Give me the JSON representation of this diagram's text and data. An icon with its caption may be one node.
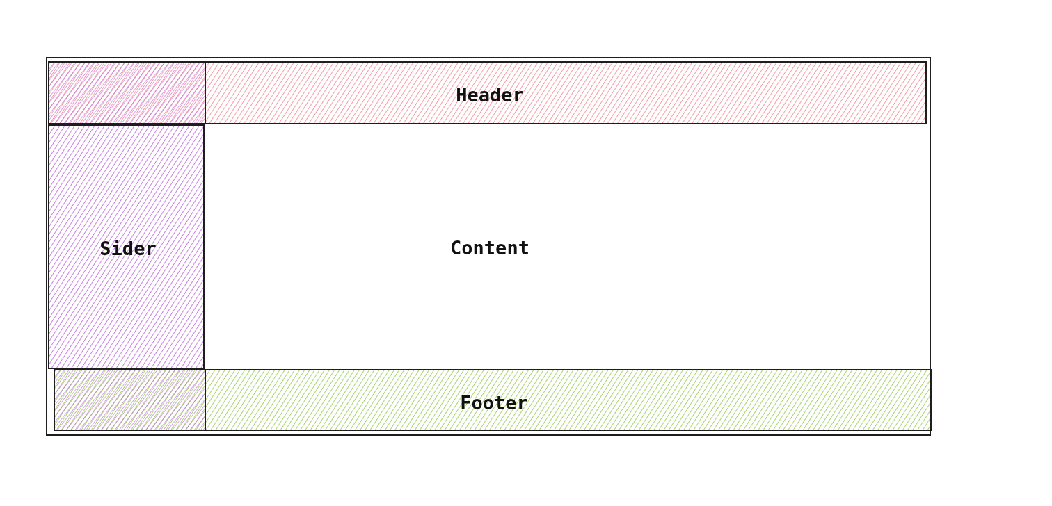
{
  "diagram": {
    "nodes": [
      {
        "text": [
          "Content"
        ]
      },
      {
        "text": [
          "Header"
        ],
        "in": 0
      },
      {
        "text": [
          "Footer"
        ],
        "in": 0
      },
      {
        "text": [
          "Sider"
        ],
        "in": 0
      }
    ]
  }
}
